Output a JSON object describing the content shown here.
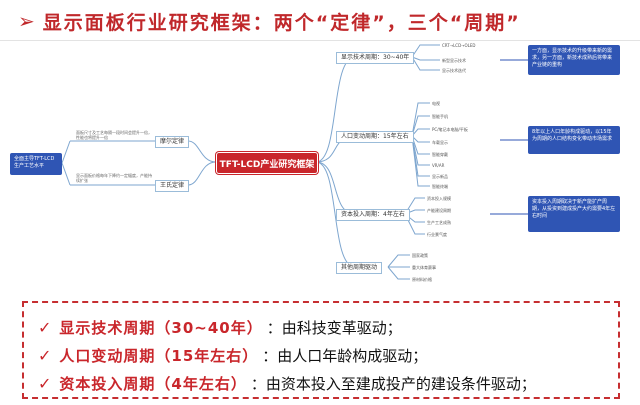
{
  "title": {
    "arrow": "➢",
    "text": "显示面板行业研究框架：两个“定律”，三个“周期”"
  },
  "center": {
    "label": "TFT-LCD产业研究框架"
  },
  "left_blue": {
    "text": "全面主导TFT-LCD生产工艺水平"
  },
  "left_nodes": [
    {
      "label": "摩尔定律",
      "note": "面板尺寸及工艺每隔一段时间会提升一倍，性能也将提升一倍"
    },
    {
      "label": "王氏定律",
      "note": "显示面板价格每年下降约一定幅度，产能持续扩张"
    }
  ],
  "right_nodes": [
    {
      "label": "显示技术周期：30~40年",
      "leaves": [
        "CRT→LCD→OLED",
        "新型显示技术",
        "显示技术迭代"
      ]
    },
    {
      "label": "人口变动周期：15年左右",
      "leaves": [
        "电视",
        "智能手机",
        "PC/笔记本电脑/平板",
        "车载显示",
        "智能穿戴",
        "VR/AR",
        "显示新品",
        "智能终端"
      ]
    },
    {
      "label": "资本投入周期：4年左右",
      "leaves": [
        "资本投入规模",
        "产能建设周期",
        "生产工艺成熟",
        "行业景气度"
      ]
    },
    {
      "label": "其他周期驱动",
      "leaves": [
        "国家政策",
        "重大体育赛事",
        "原材料价格"
      ]
    }
  ],
  "right_blue": [
    {
      "text": "一方面，显示技术的升级带来新的需求，另一方面，新技术成熟后将带来产业链的重构"
    },
    {
      "text": "8年以上人口年龄构成驱动，以15年为周期的人口结构变化带动市场需求"
    },
    {
      "text": "资本投入周期取决于新产能扩产周期，从投资到建成投产大约需要4年左右时间"
    }
  ],
  "bottom_rows": [
    {
      "check": "✓",
      "label": "显示技术周期（30~40年）",
      "desc": "：由科技变革驱动；"
    },
    {
      "check": "✓",
      "label": "人口变动周期（15年左右）",
      "desc": "：由人口年龄构成驱动；"
    },
    {
      "check": "✓",
      "label": "资本投入周期（4年左右）",
      "desc": "：由资本投入至建成投产的建设条件驱动；"
    }
  ],
  "colors": {
    "accent_red": "#c9262b",
    "blue_box": "#2f55b4",
    "line": "#7ea6cf"
  }
}
